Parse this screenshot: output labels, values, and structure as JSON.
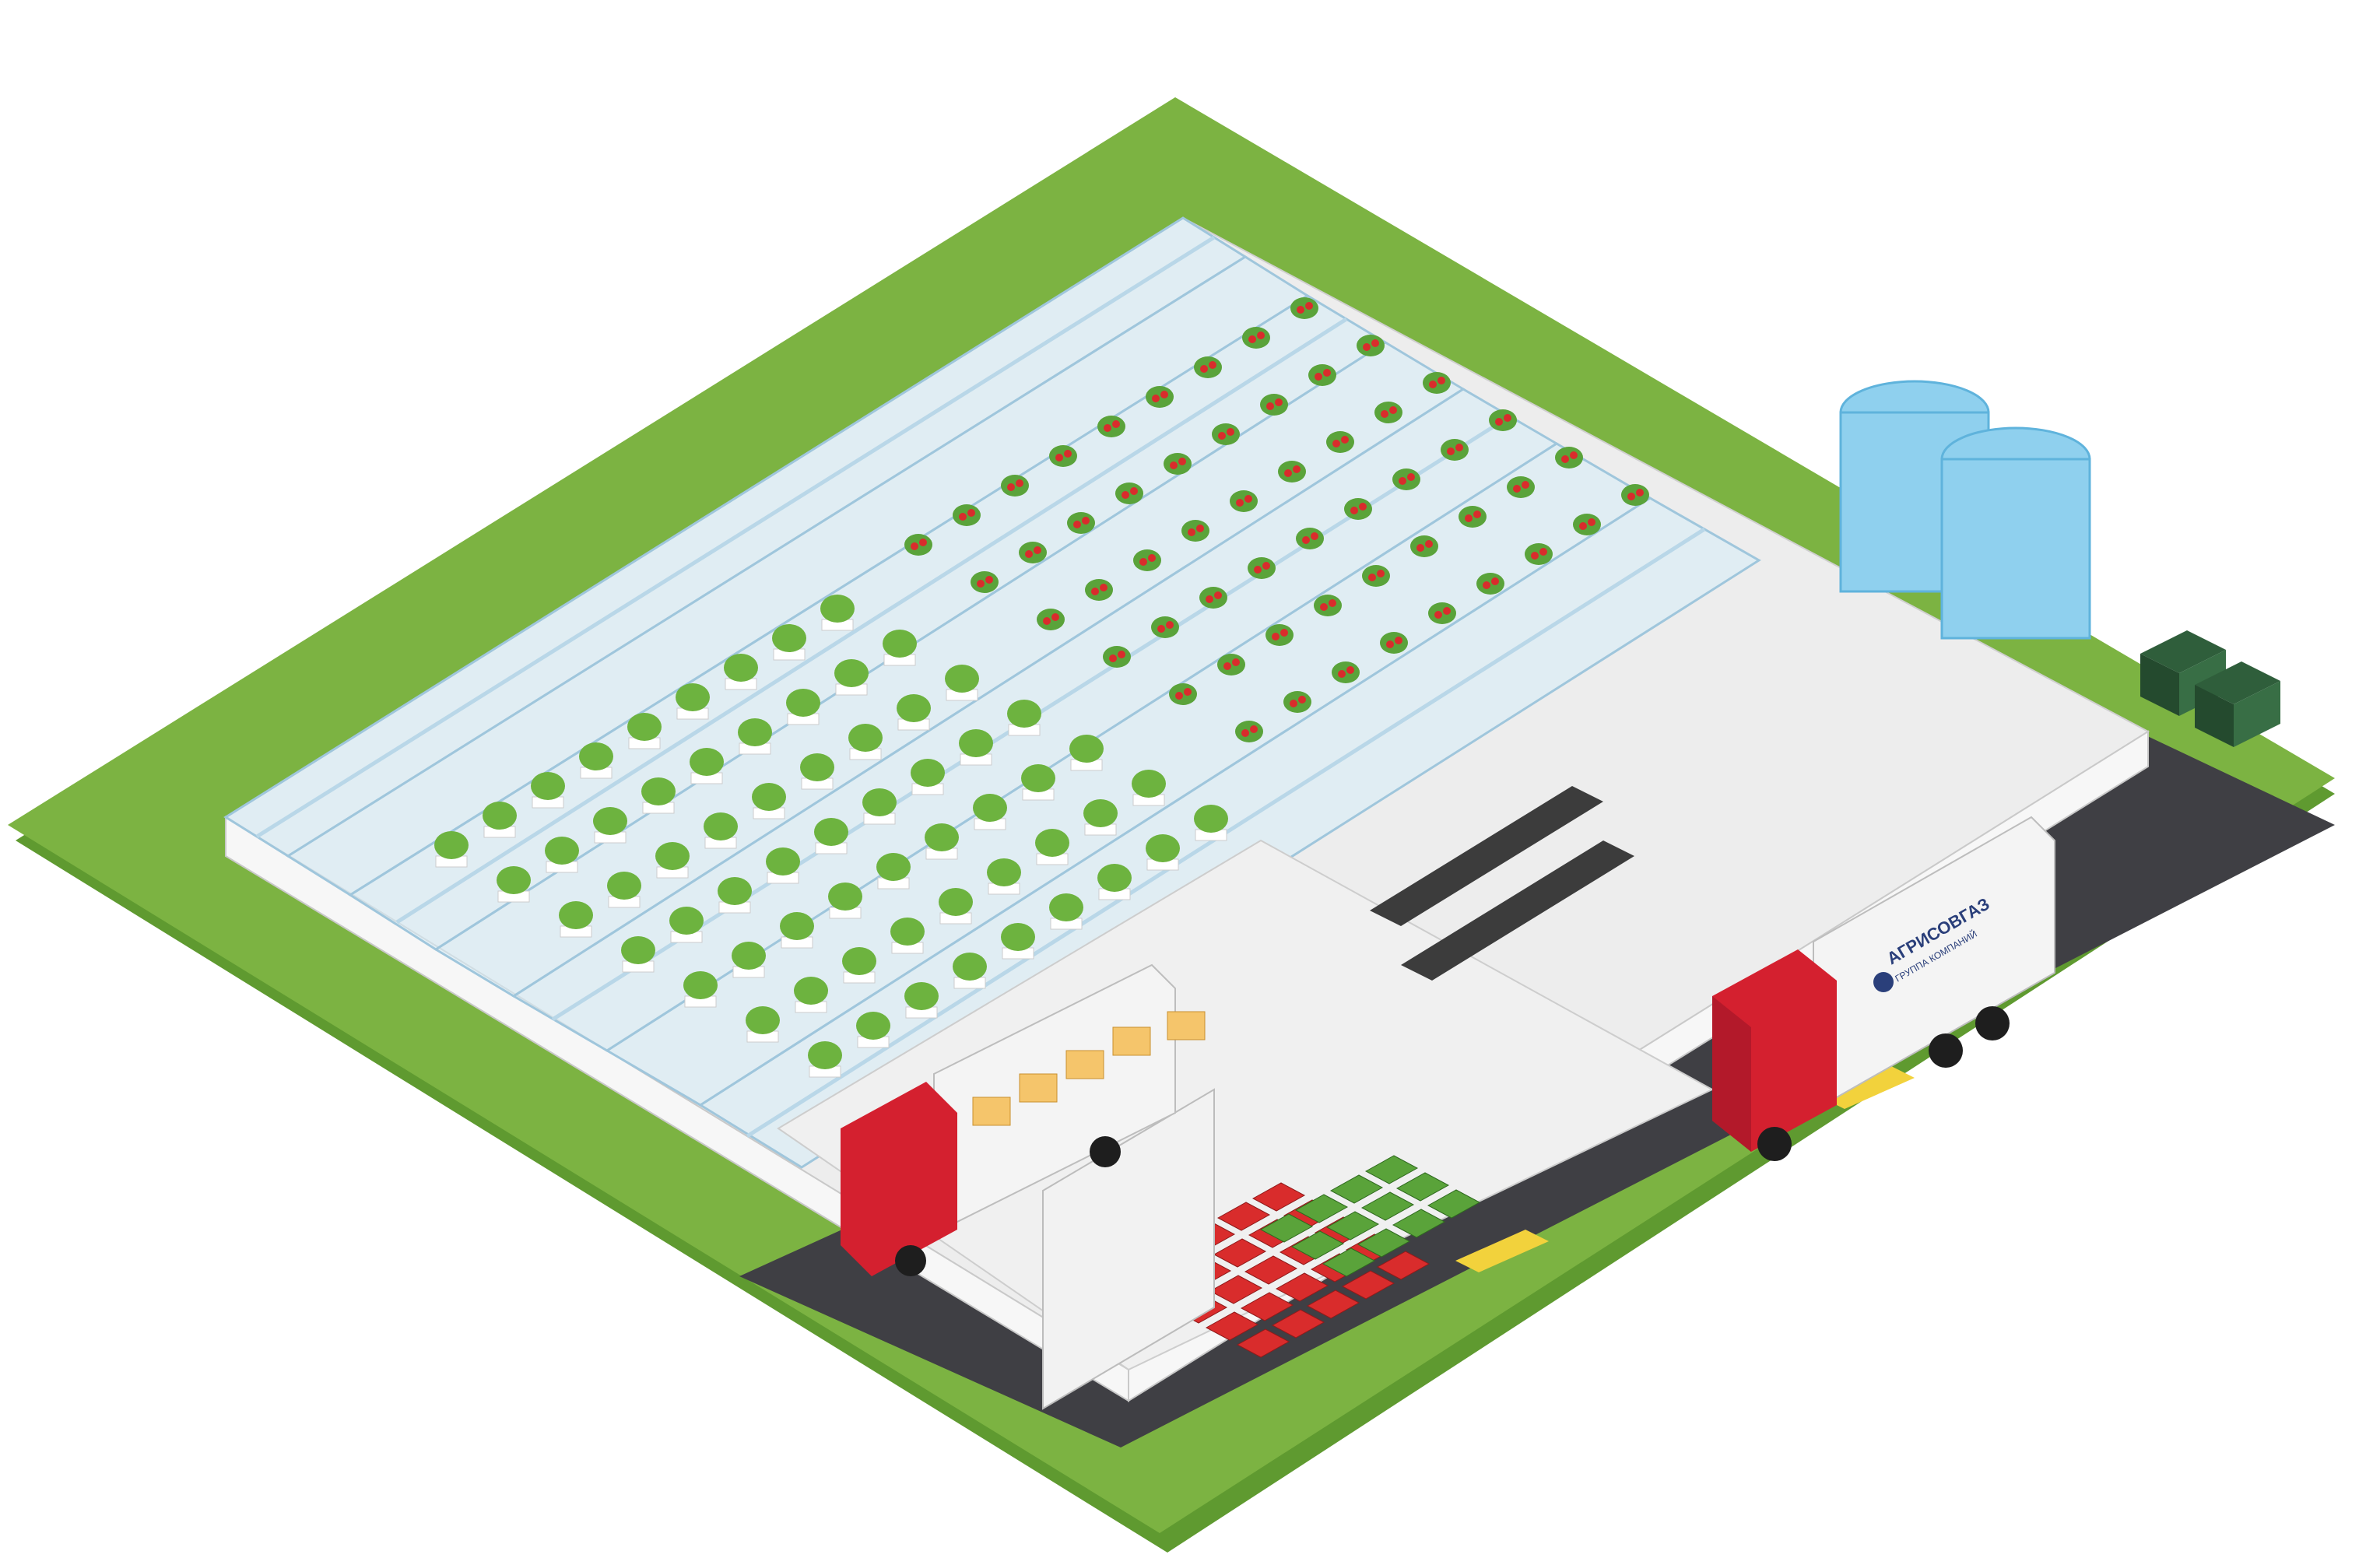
{
  "truck": {
    "brand": "АГРИСОВГАЗ",
    "subtitle": "ГРУППА КОМПАНИЙ"
  },
  "palette": {
    "grass": "#7cb342",
    "road": "#3f3f44",
    "glass": "#d6ecf7",
    "truck_cab": "#d4202f",
    "crate_red": "#d92c2c",
    "crate_green": "#5aa33a",
    "water_tank": "#8fd0ee",
    "bin": "#2f5e3b",
    "crate_yellow": "#f5c56b"
  },
  "icons": {
    "truck_logo": "agrisovgaz-logo",
    "water_tank": "water-tank-icon",
    "waste_bin": "waste-bin-icon"
  }
}
